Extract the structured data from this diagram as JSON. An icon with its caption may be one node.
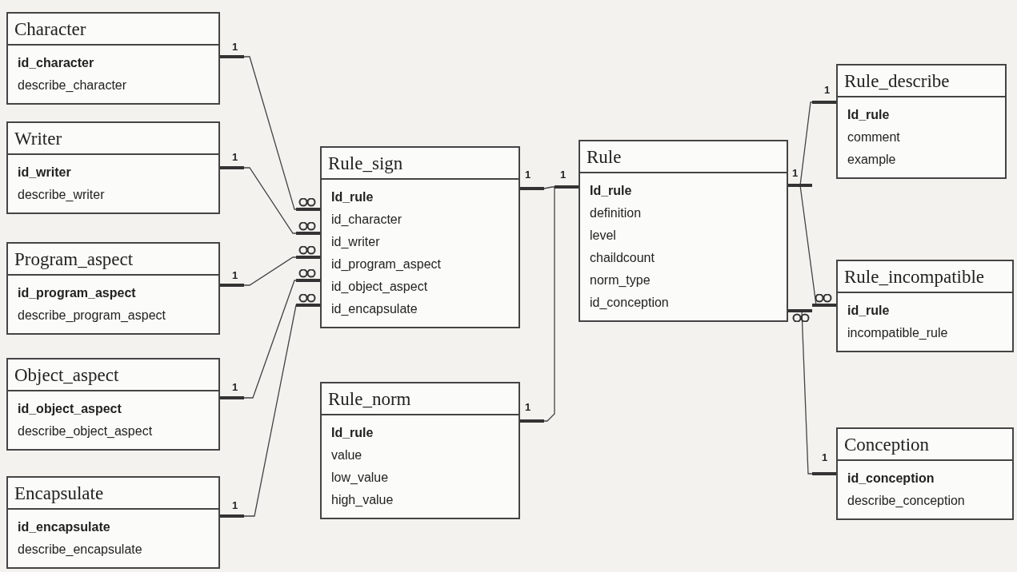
{
  "diagram": {
    "nodes": [
      {
        "text": [
          "Character",
          "id_character",
          "describe_character"
        ]
      },
      {
        "text": [
          "Writer",
          "id_writer",
          "describe_writer"
        ]
      },
      {
        "text": [
          "Program_aspect",
          "id_program_aspect",
          "describe_program_aspect"
        ]
      },
      {
        "text": [
          "Object_aspect",
          "id_object_aspect",
          "describe_object_aspect"
        ]
      },
      {
        "text": [
          "Encapsulate",
          "id_encapsulate",
          "describe_encapsulate"
        ]
      },
      {
        "text": [
          "Rule_sign",
          "Id_rule",
          "id_character",
          "id_writer",
          "id_program_aspect",
          "id_object_aspect",
          "id_encapsulate"
        ]
      },
      {
        "text": [
          "Rule_norm",
          "Id_rule",
          "value",
          "low_value",
          "high_value"
        ]
      },
      {
        "text": [
          "Rule",
          "Id_rule",
          "definition",
          "level",
          "chaildcount",
          "norm_type",
          "id_conception"
        ]
      },
      {
        "text": [
          "Rule_describe",
          "Id_rule",
          "comment",
          "example"
        ]
      },
      {
        "text": [
          "Rule_incompatible",
          "id_rule",
          "incompatible_rule"
        ]
      },
      {
        "text": [
          "Conception",
          "id_conception",
          "describe_conception"
        ]
      }
    ],
    "edges": [
      {
        "from": 0,
        "to": 5,
        "arrow": "other"
      },
      {
        "from": 1,
        "to": 5,
        "arrow": "other"
      },
      {
        "from": 2,
        "to": 5,
        "arrow": "other"
      },
      {
        "from": 3,
        "to": 5,
        "arrow": "other"
      },
      {
        "from": 4,
        "to": 5,
        "arrow": "other"
      },
      {
        "from": 5,
        "to": 7,
        "arrow": "other"
      },
      {
        "from": 6,
        "to": 7,
        "arrow": "other"
      },
      {
        "from": 7,
        "to": 8,
        "arrow": "other"
      },
      {
        "from": 7,
        "to": 9,
        "arrow": "other"
      },
      {
        "from": 10,
        "to": 7,
        "arrow": "other"
      }
    ],
    "labels": [
      "1",
      "1",
      "1",
      "1",
      "1",
      "1",
      "1",
      "1",
      "1",
      "1",
      "1"
    ]
  }
}
